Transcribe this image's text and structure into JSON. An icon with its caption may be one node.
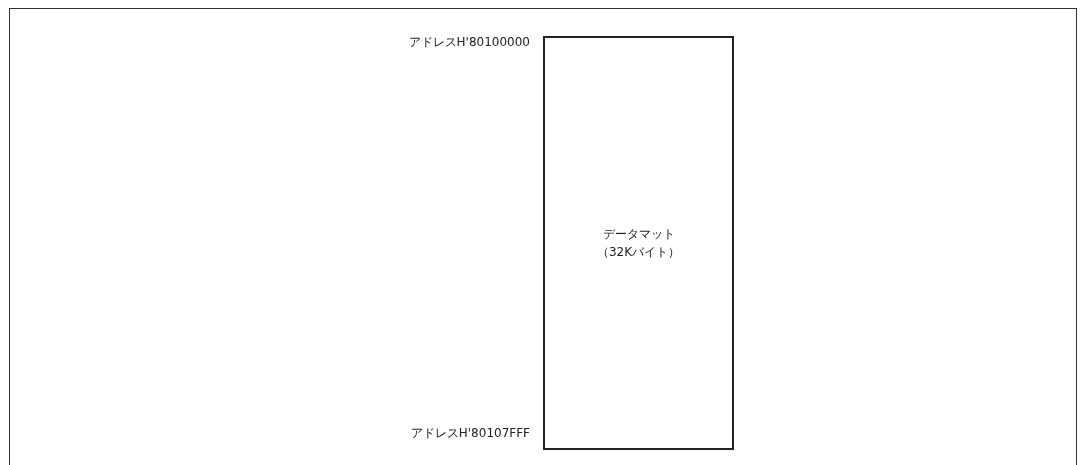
{
  "diagram": {
    "nodes": [
      {
        "text": [
          "データマット",
          "（32Kバイト）"
        ]
      }
    ],
    "labels": [
      "アドレスH'80100000",
      "アドレスH'80107FFF"
    ]
  }
}
